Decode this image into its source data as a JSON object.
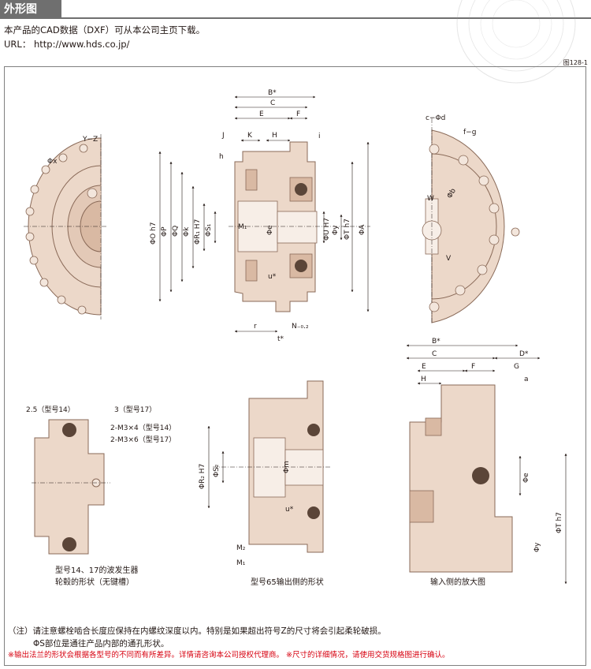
{
  "header": {
    "title": "外形图"
  },
  "intro": "本产品的CAD数据（DXF）可从本公司主页下载。",
  "url": "URL： http://www.hds.co.jp/",
  "figure_number": "图128-1",
  "colors": {
    "part_fill": "#ecd8c9",
    "part_stroke": "#8a6a58",
    "dim_line": "#231815",
    "header_gray": "#6f6f6f",
    "note_red": "#d7000f"
  },
  "icons": [
    "watermark-seal-icon"
  ],
  "labels": {
    "B_star": "B*",
    "C": "C",
    "E": "E",
    "F": "F",
    "J": "J",
    "K": "K",
    "H": "H",
    "i": "i",
    "h": "h",
    "phi_Q": "ΦQ",
    "phi_O_h7": "ΦO h7",
    "phi_P": "ΦP",
    "phi_k": "Φk",
    "phi_R1_H7": "ΦR₁ H7",
    "phi_S1": "ΦS₁",
    "M1": "M₁",
    "phi_e": "Φe",
    "phi_U_H7": "ΦU H7",
    "phi_y": "Φy",
    "phi_T_h7": "ΦT h7",
    "phi_A": "ΦA",
    "u_star": "u*",
    "r": "r",
    "t_star": "t*",
    "N": "N₋₀.₂",
    "phi_x": "Φx",
    "Y_Z": "Y−Z",
    "c_phi_d": "c−Φd",
    "f_g": "f−g",
    "W": "W",
    "phi_b": "Φb",
    "V": "V",
    "D_star": "D*",
    "G": "G",
    "a": "a",
    "phi_m": "Φm",
    "phi_R2_H7": "ΦR₂ H7",
    "phi_S2": "ΦS₂",
    "M2": "M₂"
  },
  "wave_gen": {
    "dim_14": "2.5（型号14）",
    "dim_17": "3（型号17）",
    "tap_14": "2-M3×4（型号14）",
    "tap_17": "2-M3×6（型号17）",
    "caption_line1": "型号14、17的波发生器",
    "caption_line2": "轮毂的形状（无键槽）"
  },
  "caption_output": "型号65输出侧的形状",
  "caption_input": "输入侧的放大图",
  "notes": {
    "line1": "（注）请注意螺栓啮合长度应保持在内螺纹深度以内。特别是如果超出符号Z的尺寸将会引起柔轮破损。",
    "line2": "ΦS部位是通往产品内部的通孔形状。",
    "red": "※输出法兰的形状会根据各型号的不同而有所差异。详情请咨询本公司授权代理商。 ※尺寸的详细情况，请使用交货规格图进行确认。"
  }
}
